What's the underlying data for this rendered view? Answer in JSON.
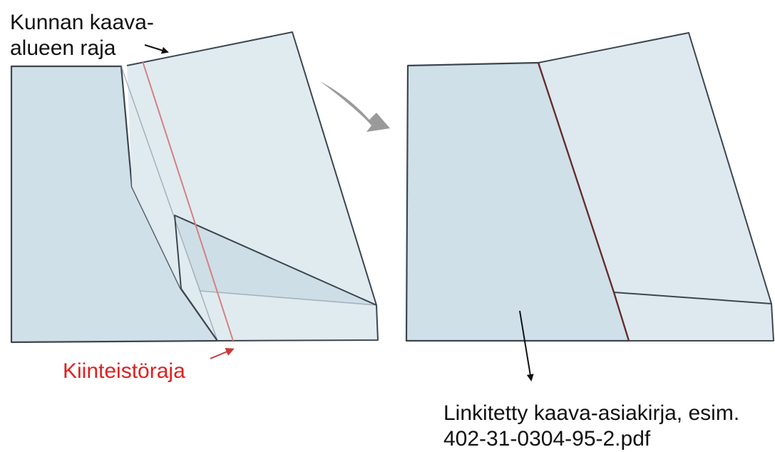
{
  "labels": {
    "municipal_boundary_line1": "Kunnan kaava-",
    "municipal_boundary_line2": "alueen raja",
    "property_boundary": "Kiinteistöraja",
    "linked_document_line1": "Linkitetty kaava-asiakirja, esim.",
    "linked_document_line2": "402-31-0304-95-2.pdf"
  },
  "colors": {
    "fill_dark": "#cfe0e8",
    "fill_light": "#dde9ee",
    "outline": "#3c4650",
    "property_boundary": "#cf2a2a",
    "boundary_line_right": "#6b2a2a",
    "curved_arrow": "#9a9a9a",
    "text": "#111111"
  }
}
